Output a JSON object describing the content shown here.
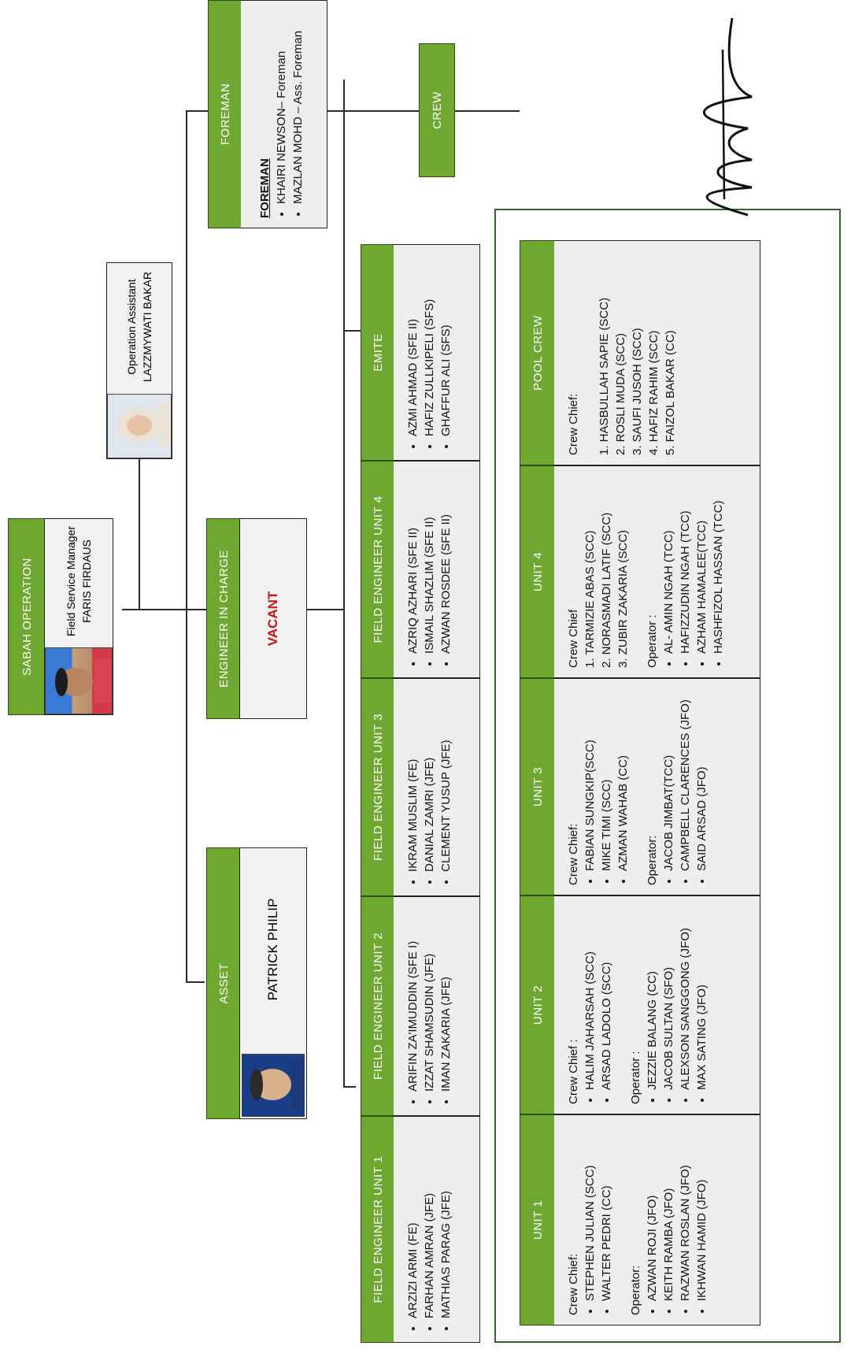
{
  "top": {
    "title": "SABAH OPERATION",
    "manager_role": "Field Service Manager",
    "manager_name": "FARIS FIRDAUS"
  },
  "assistant": {
    "role": "Operation Assistant",
    "name": "LAZZMYWATI BAKAR"
  },
  "asset": {
    "title": "ASSET",
    "name": "PATRICK PHILIP"
  },
  "engineer_in_charge": {
    "title": "ENGINEER IN CHARGE",
    "value": "VACANT"
  },
  "foreman": {
    "title": "FOREMAN",
    "heading": "FOREMAN",
    "members": [
      "KHAIRI NEWSON– Foreman",
      "MAZLAN MOHD – Ass. Foreman"
    ]
  },
  "crew": {
    "title": "CREW"
  },
  "engineers": [
    {
      "title": "FIELD ENGINEER UNIT 1",
      "members": [
        "ARZIZI ARMI (FE)",
        "FARHAN AMRAN (JFE)",
        "MATHIAS PARAG (JFE)"
      ]
    },
    {
      "title": "FIELD ENGINEER UNIT 2",
      "members": [
        "ARIFIN ZA'IMUDDIN (SFE I)",
        "IZZAT SHAMSUDIN (JFE)",
        "IMAN ZAKARIA (JFE)"
      ]
    },
    {
      "title": "FIELD ENGINEER UNIT 3",
      "members": [
        "IKRAM MUSLIM (FE)",
        "DANIAL ZAMRI (JFE)",
        "CLEMENT YUSUP (JFE)"
      ]
    },
    {
      "title": "FIELD ENGINEER UNIT 4",
      "members": [
        "AZRIQ AZHARI (SFE II)",
        "ISMAIL SHAZLIM (SFE II)",
        "AZWAN ROSDEE (SFE II)"
      ]
    },
    {
      "title": "EMITE",
      "members": [
        "AZMI AHMAD (SFE II)",
        "HAFIZ ZULLKIPELI (SFS)",
        "GHAFFUR ALI (SFS)"
      ]
    }
  ],
  "units": [
    {
      "title": "UNIT 1",
      "chief_label": "Crew Chief:",
      "chiefs": [
        "STEPHEN JULIAN (SCC)",
        "WALTER PEDRI (CC)"
      ],
      "operator_label": "Operator:",
      "operators": [
        "AZWAN ROJI (JFO)",
        "KEITH RAMBA (JFO)",
        "RAZWAN ROSLAN (JFO)",
        "IKHWAN HAMID (JFO)"
      ]
    },
    {
      "title": "UNIT 2",
      "chief_label": "Crew Chief :",
      "chiefs": [
        "HALIM JAHARSAH (SCC)",
        "ARSAD LADOLO (SCC)"
      ],
      "operator_label": "Operator :",
      "operators": [
        "JEZZIE BALANG (CC)",
        "JACOB SULTAN (SFO)",
        "ALEXSON SANGGONG (JFO)",
        "MAX SATING (JFO)"
      ]
    },
    {
      "title": "UNIT 3",
      "chief_label": "Crew Chief:",
      "chiefs": [
        "FABIAN SUNGKIP(SCC)",
        "MIKE TIMI (SCC)",
        "AZMAN WAHAB (CC)"
      ],
      "operator_label": "Operator:",
      "operators": [
        "JACOB JIMBAT(TCC)",
        "CAMPBELL CLARENCES (JFO)",
        "SAID ARSAD (JFO)"
      ]
    },
    {
      "title": "UNIT 4",
      "chief_label": "Crew Chief",
      "chiefs": [
        "1. TARMIZIE ABAS (SCC)",
        "2. NORASMADI LATIF (SCC)",
        "3. ZUBIR ZAKARIA (SCC)"
      ],
      "operator_label": "Operator :",
      "operators": [
        "AL- AMIN NGAH (TCC)",
        "HAFIZZUDIN NGAH (TCC)",
        "AZHAM HAMALEE(TCC)",
        "HASHFIZOL HASSAN (TCC)"
      ]
    },
    {
      "title": "POOL CREW",
      "chief_label": "Crew Chief:",
      "chiefs": [
        "1. HASBULLAH SAPIE (SCC)",
        "2. ROSLI MUDA (SCC)",
        "3. SAUFI JUSOH (SCC)",
        "4. HAFIZ RAHIM (SCC)",
        "5. FAIZOL BAKAR (CC)"
      ],
      "operator_label": "",
      "operators": []
    }
  ],
  "colors": {
    "header_green": "#6fa830",
    "box_bg": "#eeeeec",
    "vacant_red": "#c4161c"
  }
}
